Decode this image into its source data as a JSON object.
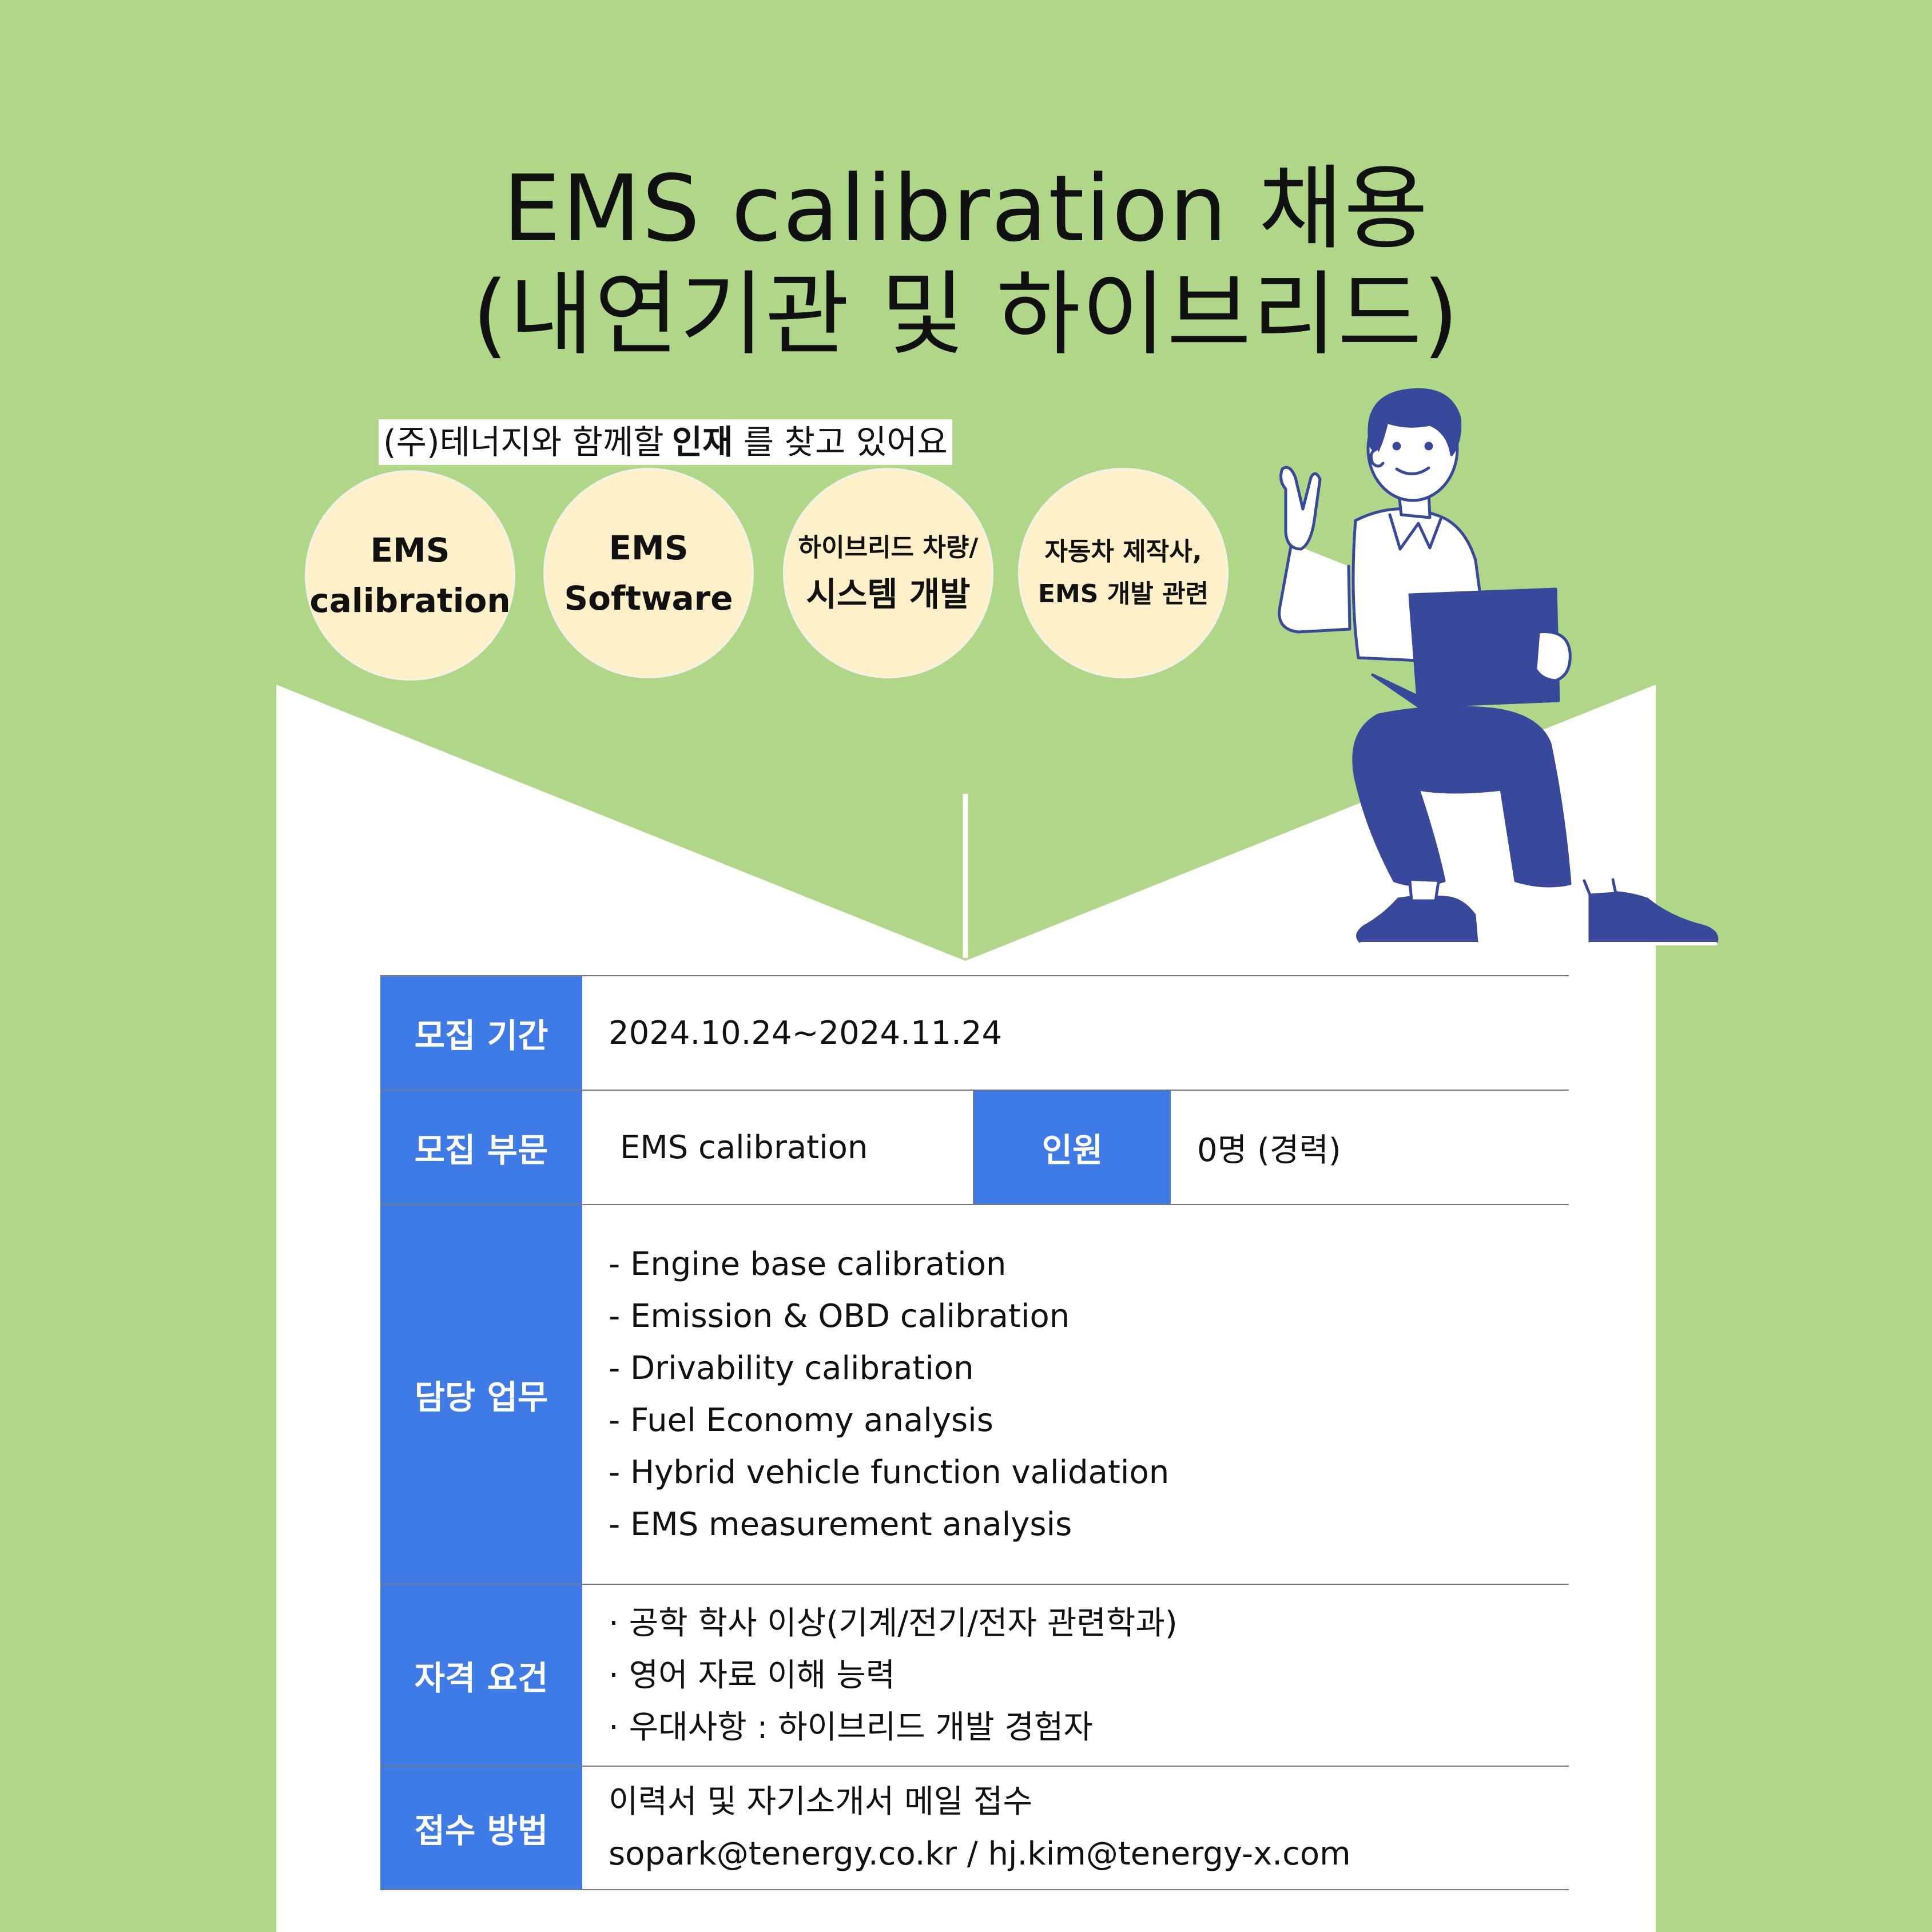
{
  "title": {
    "line1": "EMS  calibration 채용",
    "line2": "(내연기관 및 하이브리드)"
  },
  "tagline": {
    "before": "(주)테너지와 함께할",
    "highlight": "인재",
    "after": "를 찾고 있어요"
  },
  "circles": [
    {
      "line1": "EMS",
      "line2": "calibration"
    },
    {
      "line1": "EMS",
      "line2": "Software"
    },
    {
      "line1": "하이브리드 차량/",
      "line2": "시스템 개발"
    },
    {
      "line1": "자동차 제작사,",
      "line2": "EMS 개발 관련"
    }
  ],
  "table": {
    "period": {
      "label": "모집 기간",
      "value": "2024.10.24~2024.11.24"
    },
    "division": {
      "label": "모집 부문",
      "value": "EMS calibration",
      "headcount_label": "인원",
      "headcount_value": "0명 (경력)"
    },
    "duties": {
      "label": "담당 업무",
      "items": [
        "- Engine base calibration",
        "- Emission & OBD calibration",
        "- Drivability calibration",
        "- Fuel Economy analysis",
        "- Hybrid vehicle function validation",
        "- EMS measurement analysis"
      ]
    },
    "requirements": {
      "label": "자격 요건",
      "items": [
        "· 공학 학사 이상(기계/전기/전자 관련학과)",
        "·  영어 자료 이해 능력",
        "· 우대사항 :  하이브리드 개발 경험자"
      ]
    },
    "apply": {
      "label": "접수 방법",
      "items": [
        "이력서 및 자기소개서 메일 접수",
        "sopark@tenergy.co.kr / hj.kim@tenergy-x.com"
      ]
    }
  },
  "colors": {
    "background": "#b0d687",
    "label_blue": "#3f7be6",
    "circle_fill": "#fdf0c8",
    "person_navy": "#38489a"
  },
  "icons": [
    "person-with-laptop-illustration"
  ]
}
